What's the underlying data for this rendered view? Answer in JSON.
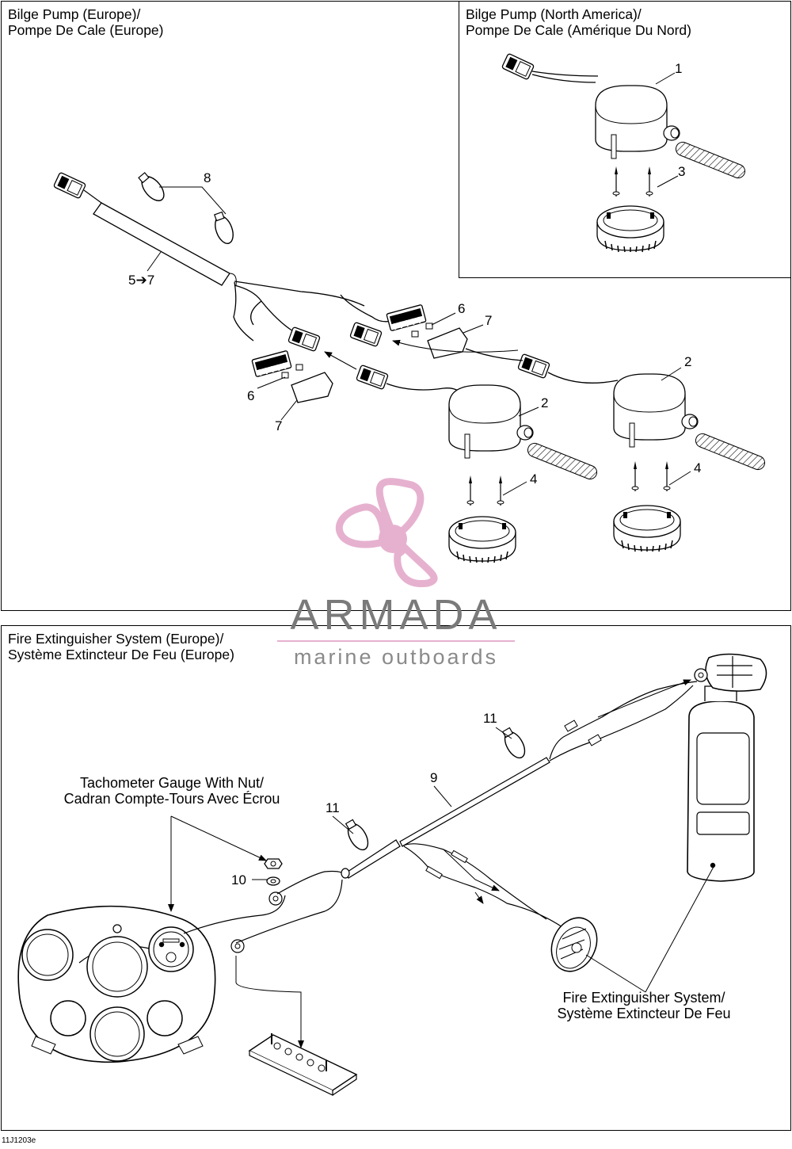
{
  "panels": {
    "bilge_europe": {
      "title_line1": "Bilge Pump (Europe)/",
      "title_line2": "Pompe De Cale (Europe)"
    },
    "bilge_north_america": {
      "title_line1": "Bilge Pump (North America)/",
      "title_line2": "Pompe De Cale (Amérique Du Nord)"
    },
    "fire_europe": {
      "title_line1": "Fire Extinguisher System (Europe)/",
      "title_line2": "Système Extincteur De Feu (Europe)"
    }
  },
  "callouts": {
    "c1": "1",
    "c2a": "2",
    "c2b": "2",
    "c3": "3",
    "c4a": "4",
    "c4b": "4",
    "c57": "5➔7",
    "c6a": "6",
    "c6b": "6",
    "c7a": "7",
    "c7b": "7",
    "c8": "8",
    "c9": "9",
    "c10": "10",
    "c11a": "11",
    "c11b": "11"
  },
  "captions": {
    "tachometer_line1": "Tachometer Gauge With Nut/",
    "tachometer_line2": "Cadran Compte-Tours Avec Écrou",
    "extinguisher_line1": "Fire Extinguisher System/",
    "extinguisher_line2": "Système Extincteur De Feu"
  },
  "watermark": {
    "brand": "ARMADA",
    "tagline": "marine outboards",
    "logo_color": "#e6b1cf",
    "text_color": "#7a7a7a"
  },
  "figure_code": "11J1203e"
}
